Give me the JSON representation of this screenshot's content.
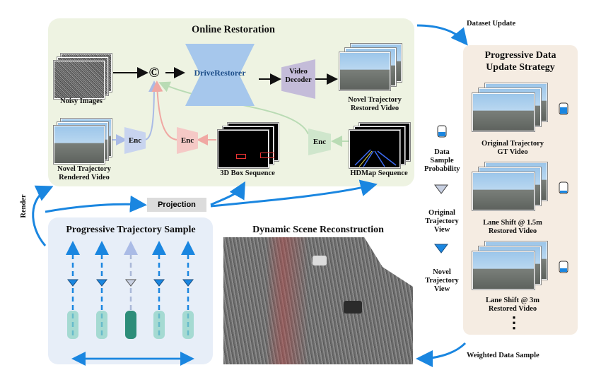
{
  "online": {
    "title": "Online Restoration",
    "noisy_label": "Noisy Images",
    "drive_label": "DriveRestorer",
    "decoder_label": "Video\nDecoder",
    "restored_label": "Novel Trajectory\nRestored Video",
    "rendered_label": "Novel Trajectory\nRendered Video",
    "enc_label": "Enc",
    "box_label": "3D Box Sequence",
    "hdmap_label": "HDMap Sequence",
    "concat_symbol": "©"
  },
  "flow": {
    "projection": "Projection",
    "render": "Render",
    "dataset_update": "Dataset Update",
    "weighted": "Weighted Data Sample"
  },
  "sample": {
    "title": "Progressive Trajectory Sample"
  },
  "recon": {
    "title": "Dynamic Scene Reconstruction"
  },
  "legend": {
    "prob": "Data\nSample\nProbability",
    "orig": "Original\nTrajectory\nView",
    "novel": "Novel\nTrajectory\nView"
  },
  "update": {
    "title": "Progressive Data\nUpdate Strategy",
    "items": [
      {
        "label": "Original Trajectory\nGT Video"
      },
      {
        "label": "Lane Shift @ 1.5m\nRestored Video"
      },
      {
        "label": "Lane Shift @ 3m\nRestored Video"
      }
    ],
    "more": "⋮"
  },
  "colors": {
    "arrow_blue": "#1a86e0",
    "enc_blue": "#c8d4ef",
    "enc_red": "#f5c9c6",
    "enc_green": "#cfe6cc"
  }
}
